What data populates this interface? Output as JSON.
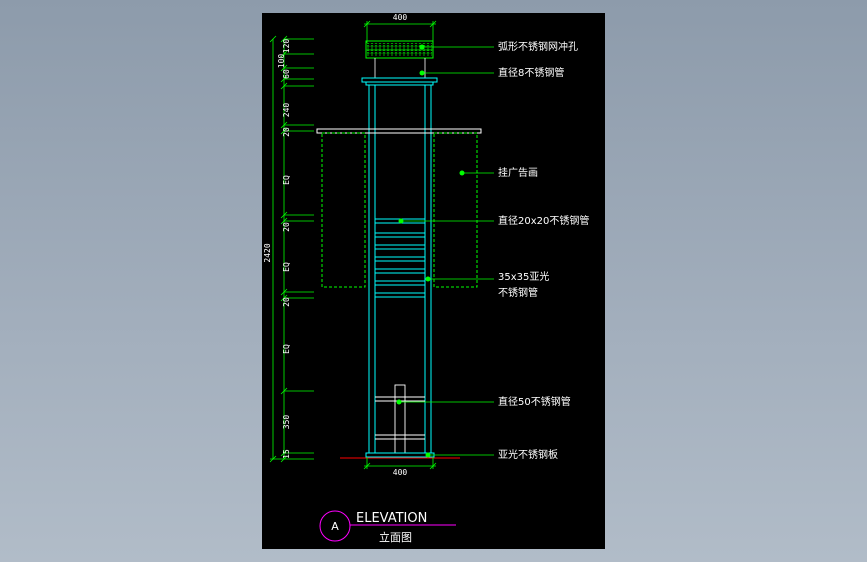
{
  "colors": {
    "background": "#000000",
    "frame": "#00ffff",
    "leader": "#00ff00",
    "dimension": "#00ff00",
    "text": "#ffffff",
    "symbol": "#ff00ff",
    "ground": "#ff0000"
  },
  "dimensions": {
    "top_width": "400",
    "bottom_width": "400",
    "total_height": "2420",
    "segments": [
      "120",
      "100",
      "60",
      "240",
      "20",
      "EQ",
      "20",
      "EQ",
      "20",
      "EQ",
      "350",
      "15"
    ]
  },
  "annotations": {
    "perforated_mesh": "弧形不锈钢网冲孔",
    "pipe_8": "直径8不锈钢管",
    "ad_panel": "挂广告画",
    "pipe_20x20": "直径20x20不锈钢管",
    "matte_35x35_line1": "35x35亚光",
    "matte_35x35_line2": "不锈钢管",
    "pipe_50": "直径50不锈钢管",
    "matte_plate": "亚光不锈钢板"
  },
  "title_block": {
    "symbol_letter": "A",
    "title_en": "ELEVATION",
    "title_cn": "立面图"
  }
}
